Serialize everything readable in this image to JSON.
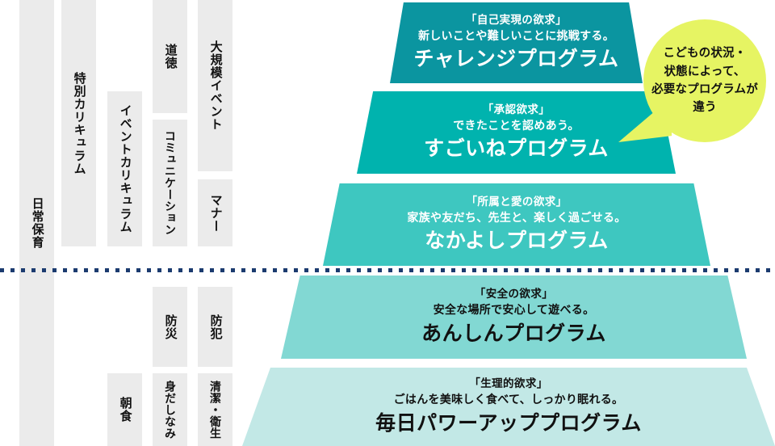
{
  "columns": [
    {
      "name": "daily-care",
      "label": "日常保育"
    },
    {
      "name": "special-curriculum",
      "label": "特別カリキュラム"
    },
    {
      "name": "event-curriculum",
      "label": "イベントカリキュラム"
    },
    {
      "name": "morals",
      "label": "道徳"
    },
    {
      "name": "communication",
      "label": "コミュニケーション"
    },
    {
      "name": "disaster-prevention",
      "label": "防災"
    },
    {
      "name": "grooming",
      "label": "身だしなみ"
    },
    {
      "name": "breakfast",
      "label": "朝食"
    },
    {
      "name": "large-scale-event",
      "label": "大規模イベント"
    },
    {
      "name": "manners",
      "label": "マナー"
    },
    {
      "name": "crime-prevention",
      "label": "防犯"
    },
    {
      "name": "hygiene",
      "label": "清潔・衛生"
    }
  ],
  "pyramid": {
    "tiers": [
      {
        "name": "challenge-program",
        "need": "「自己実現の欲求」",
        "description": "新しいことや難しいことに挑戦する。",
        "program": "チャレンジプログラム",
        "color": "#0b95a0",
        "text_color": "#ffffff"
      },
      {
        "name": "sugoine-program",
        "need": "「承認欲求」",
        "description": "できたことを認めあう。",
        "program": "すごいねプログラム",
        "color": "#00b3ae",
        "text_color": "#ffffff"
      },
      {
        "name": "nakayoshi-program",
        "need": "「所属と愛の欲求」",
        "description": "家族や友だち、先生と、楽しく過ごせる。",
        "program": "なかよしプログラム",
        "color": "#3ec7c0",
        "text_color": "#ffffff"
      },
      {
        "name": "anshin-program",
        "need": "「安全の欲求」",
        "description": "安全な場所で安心して遊べる。",
        "program": "あんしんプログラム",
        "color": "#82d8d3",
        "text_color": "#111111"
      },
      {
        "name": "mainichi-powerup-program",
        "need": "「生理的欲求」",
        "description": "ごはんを美味しく食べて、しっかり眠れる。",
        "program": "毎日パワーアッププログラム",
        "color": "#c2e8e6",
        "text_color": "#111111"
      }
    ]
  },
  "callout": {
    "text": "こどもの状況・\n状態によって、\n必要なプログラムが\n違う",
    "color": "#e6f463"
  },
  "divider": {
    "style": "dotted",
    "color": "#1b3b6f"
  }
}
